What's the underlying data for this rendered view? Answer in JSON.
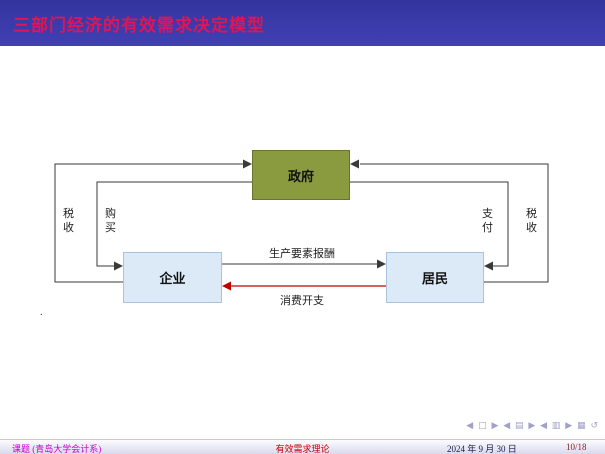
{
  "slide": {
    "title": "三部门经济的有效需求决定模型"
  },
  "diagram": {
    "nodes": [
      {
        "id": "government",
        "label": "政府"
      },
      {
        "id": "enterprise",
        "label": "企业"
      },
      {
        "id": "resident",
        "label": "居民"
      }
    ],
    "labels": {
      "tax_left": "税收",
      "purchase": "购买",
      "payment": "支付",
      "tax_right": "税收",
      "factor_payment": "生产要素报酬",
      "consumption": "消费开支"
    },
    "stray_mark": ".",
    "colors": {
      "government_fill": "#8a9a3e",
      "government_border": "#67742c",
      "sector_fill": "#dce9f6",
      "sector_border": "#a8c3dc",
      "flow_line": "#3a3a3a",
      "consumption_arrow": "#c00000"
    }
  },
  "footer": {
    "nav_symbols": "◀ □ ▶ ◀ ▤ ▶ ◀ ▥ ▶ ▦ ↺",
    "author": "课题 (青岛大学会计系)",
    "short_title": "有效需求理论",
    "date": "2024 年 9 月 30 日",
    "page": "10/18"
  },
  "colors": {
    "header_bg": "#3a3aa8",
    "header_title": "#dc1659",
    "footer_author": "#cc00cc",
    "footer_short_title": "#cc0000"
  }
}
